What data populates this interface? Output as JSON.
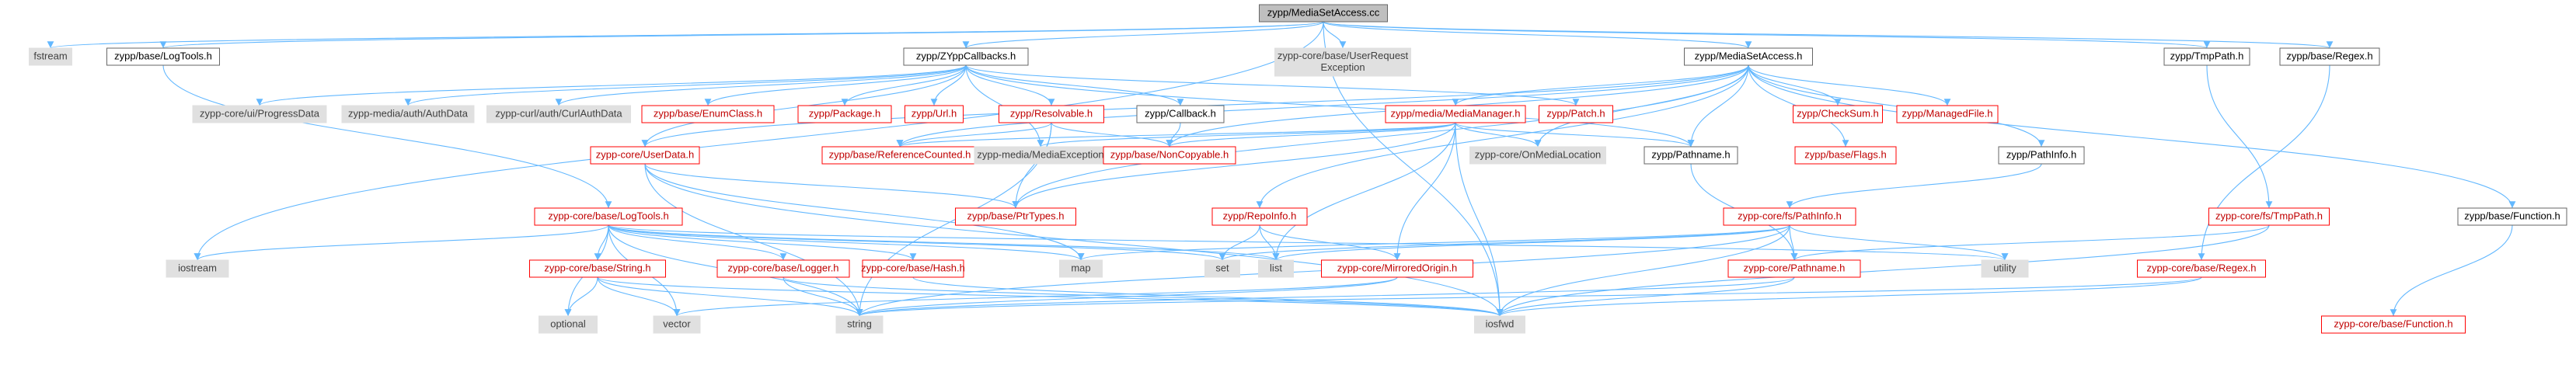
{
  "colors": {
    "edge": "#63b8ff",
    "border": "#666666",
    "root_fill": "#bfbfbf",
    "gray_fill": "#e0e0e0",
    "gray_text": "#404040",
    "red_border": "#ff0000",
    "red_text": "#c00000",
    "white_fill": "#ffffff",
    "black_text": "#000000"
  },
  "nodes": [
    {
      "id": "root",
      "kind": "root",
      "lines": [
        "zypp/MediaSetAccess.cc"
      ]
    },
    {
      "id": "fstream",
      "kind": "gray",
      "lines": [
        "fstream"
      ]
    },
    {
      "id": "logtools_base",
      "kind": "plain",
      "lines": [
        "zypp/base/LogTools.h"
      ]
    },
    {
      "id": "zypp_callbacks",
      "kind": "plain",
      "lines": [
        "zypp/ZYppCallbacks.h"
      ]
    },
    {
      "id": "userrequest",
      "kind": "gray",
      "lines": [
        "zypp-core/base/UserRequest",
        "Exception"
      ]
    },
    {
      "id": "mediasetaccess_h",
      "kind": "plain",
      "lines": [
        "zypp/MediaSetAccess.h"
      ]
    },
    {
      "id": "tmppath",
      "kind": "plain",
      "lines": [
        "zypp/TmpPath.h"
      ]
    },
    {
      "id": "regex_base",
      "kind": "plain",
      "lines": [
        "zypp/base/Regex.h"
      ]
    },
    {
      "id": "progressdata",
      "kind": "gray",
      "lines": [
        "zypp-core/ui/ProgressData"
      ]
    },
    {
      "id": "authdata",
      "kind": "gray",
      "lines": [
        "zypp-media/auth/AuthData"
      ]
    },
    {
      "id": "curlauthdata",
      "kind": "gray",
      "lines": [
        "zypp-curl/auth/CurlAuthData"
      ]
    },
    {
      "id": "enumclass",
      "kind": "red",
      "lines": [
        "zypp/base/EnumClass.h"
      ]
    },
    {
      "id": "package",
      "kind": "red",
      "lines": [
        "zypp/Package.h"
      ]
    },
    {
      "id": "url",
      "kind": "red",
      "lines": [
        "zypp/Url.h"
      ]
    },
    {
      "id": "resolvable",
      "kind": "red",
      "lines": [
        "zypp/Resolvable.h"
      ]
    },
    {
      "id": "callback",
      "kind": "plain",
      "lines": [
        "zypp/Callback.h"
      ]
    },
    {
      "id": "mediamanager",
      "kind": "red",
      "lines": [
        "zypp/media/MediaManager.h"
      ]
    },
    {
      "id": "patch",
      "kind": "red",
      "lines": [
        "zypp/Patch.h"
      ]
    },
    {
      "id": "checksum",
      "kind": "red",
      "lines": [
        "zypp/CheckSum.h"
      ]
    },
    {
      "id": "managedfile",
      "kind": "red",
      "lines": [
        "zypp/ManagedFile.h"
      ]
    },
    {
      "id": "userdata",
      "kind": "red",
      "lines": [
        "zypp-core/UserData.h"
      ]
    },
    {
      "id": "refcounted",
      "kind": "red",
      "lines": [
        "zypp/base/ReferenceCounted.h"
      ]
    },
    {
      "id": "mediaexception",
      "kind": "gray",
      "lines": [
        "zypp-media/MediaException"
      ]
    },
    {
      "id": "noncopyable",
      "kind": "red",
      "lines": [
        "zypp/base/NonCopyable.h"
      ]
    },
    {
      "id": "onmedialocation",
      "kind": "gray",
      "lines": [
        "zypp-core/OnMediaLocation"
      ]
    },
    {
      "id": "pathname_zypp",
      "kind": "plain",
      "lines": [
        "zypp/Pathname.h"
      ]
    },
    {
      "id": "flags",
      "kind": "red",
      "lines": [
        "zypp/base/Flags.h"
      ]
    },
    {
      "id": "pathinfo_zypp",
      "kind": "plain",
      "lines": [
        "zypp/PathInfo.h"
      ]
    },
    {
      "id": "logtools_core",
      "kind": "red",
      "lines": [
        "zypp-core/base/LogTools.h"
      ]
    },
    {
      "id": "ptrtypes",
      "kind": "red",
      "lines": [
        "zypp/base/PtrTypes.h"
      ]
    },
    {
      "id": "repoinfo",
      "kind": "red",
      "lines": [
        "zypp/RepoInfo.h"
      ]
    },
    {
      "id": "fs_pathinfo",
      "kind": "red",
      "lines": [
        "zypp-core/fs/PathInfo.h"
      ]
    },
    {
      "id": "fs_tmppath",
      "kind": "red",
      "lines": [
        "zypp-core/fs/TmpPath.h"
      ]
    },
    {
      "id": "function_base",
      "kind": "plain",
      "lines": [
        "zypp/base/Function.h"
      ]
    },
    {
      "id": "iostream",
      "kind": "gray",
      "lines": [
        "iostream"
      ]
    },
    {
      "id": "string_core",
      "kind": "red",
      "lines": [
        "zypp-core/base/String.h"
      ]
    },
    {
      "id": "logger",
      "kind": "red",
      "lines": [
        "zypp-core/base/Logger.h"
      ]
    },
    {
      "id": "hash",
      "kind": "red",
      "lines": [
        "zypp-core/base/Hash.h"
      ]
    },
    {
      "id": "map",
      "kind": "gray",
      "lines": [
        "map"
      ]
    },
    {
      "id": "set",
      "kind": "gray",
      "lines": [
        "set"
      ]
    },
    {
      "id": "list",
      "kind": "gray",
      "lines": [
        "list"
      ]
    },
    {
      "id": "mirroredorigin",
      "kind": "red",
      "lines": [
        "zypp-core/MirroredOrigin.h"
      ]
    },
    {
      "id": "pathname_core",
      "kind": "red",
      "lines": [
        "zypp-core/Pathname.h"
      ]
    },
    {
      "id": "utility",
      "kind": "gray",
      "lines": [
        "utility"
      ]
    },
    {
      "id": "regex_core",
      "kind": "red",
      "lines": [
        "zypp-core/base/Regex.h"
      ]
    },
    {
      "id": "optional",
      "kind": "gray",
      "lines": [
        "optional"
      ]
    },
    {
      "id": "vector",
      "kind": "gray",
      "lines": [
        "vector"
      ]
    },
    {
      "id": "string",
      "kind": "gray",
      "lines": [
        "string"
      ]
    },
    {
      "id": "iosfwd",
      "kind": "gray",
      "lines": [
        "iosfwd"
      ]
    },
    {
      "id": "function_core",
      "kind": "red",
      "lines": [
        "zypp-core/base/Function.h"
      ]
    }
  ],
  "edges": [
    [
      "root",
      "fstream"
    ],
    [
      "root",
      "logtools_base"
    ],
    [
      "root",
      "zypp_callbacks"
    ],
    [
      "root",
      "userrequest"
    ],
    [
      "root",
      "mediasetaccess_h"
    ],
    [
      "root",
      "tmppath"
    ],
    [
      "root",
      "regex_base"
    ],
    [
      "root",
      "iostream"
    ],
    [
      "root",
      "iosfwd"
    ],
    [
      "logtools_base",
      "logtools_core"
    ],
    [
      "zypp_callbacks",
      "progressdata"
    ],
    [
      "zypp_callbacks",
      "authdata"
    ],
    [
      "zypp_callbacks",
      "curlauthdata"
    ],
    [
      "zypp_callbacks",
      "enumclass"
    ],
    [
      "zypp_callbacks",
      "package"
    ],
    [
      "zypp_callbacks",
      "url"
    ],
    [
      "zypp_callbacks",
      "resolvable"
    ],
    [
      "zypp_callbacks",
      "callback"
    ],
    [
      "zypp_callbacks",
      "userdata"
    ],
    [
      "zypp_callbacks",
      "patch"
    ],
    [
      "zypp_callbacks",
      "pathname_zypp"
    ],
    [
      "zypp_callbacks",
      "mediaexception"
    ],
    [
      "mediasetaccess_h",
      "mediamanager"
    ],
    [
      "mediasetaccess_h",
      "checksum"
    ],
    [
      "mediasetaccess_h",
      "managedfile"
    ],
    [
      "mediasetaccess_h",
      "pathinfo_zypp"
    ],
    [
      "mediasetaccess_h",
      "pathname_zypp"
    ],
    [
      "mediasetaccess_h",
      "flags"
    ],
    [
      "mediasetaccess_h",
      "noncopyable"
    ],
    [
      "mediasetaccess_h",
      "refcounted"
    ],
    [
      "mediasetaccess_h",
      "ptrtypes"
    ],
    [
      "mediasetaccess_h",
      "function_base"
    ],
    [
      "mediasetaccess_h",
      "userdata"
    ],
    [
      "mediasetaccess_h",
      "repoinfo"
    ],
    [
      "mediasetaccess_h",
      "onmedialocation"
    ],
    [
      "tmppath",
      "fs_tmppath"
    ],
    [
      "regex_base",
      "regex_core"
    ],
    [
      "resolvable",
      "refcounted"
    ],
    [
      "resolvable",
      "noncopyable"
    ],
    [
      "resolvable",
      "ptrtypes"
    ],
    [
      "resolvable",
      "string"
    ],
    [
      "callback",
      "noncopyable"
    ],
    [
      "mediamanager",
      "refcounted"
    ],
    [
      "mediamanager",
      "mediaexception"
    ],
    [
      "mediamanager",
      "noncopyable"
    ],
    [
      "mediamanager",
      "onmedialocation"
    ],
    [
      "mediamanager",
      "pathname_zypp"
    ],
    [
      "mediamanager",
      "ptrtypes"
    ],
    [
      "mediamanager",
      "mirroredorigin"
    ],
    [
      "mediamanager",
      "list"
    ],
    [
      "mediamanager",
      "iosfwd"
    ],
    [
      "userdata",
      "ptrtypes"
    ],
    [
      "userdata",
      "string"
    ],
    [
      "userdata",
      "map"
    ],
    [
      "userdata",
      "iosfwd"
    ],
    [
      "pathname_zypp",
      "pathname_core"
    ],
    [
      "pathinfo_zypp",
      "fs_pathinfo"
    ],
    [
      "fs_pathinfo",
      "pathname_core"
    ],
    [
      "fs_pathinfo",
      "set"
    ],
    [
      "fs_pathinfo",
      "map"
    ],
    [
      "fs_pathinfo",
      "iosfwd"
    ],
    [
      "fs_pathinfo",
      "list"
    ],
    [
      "fs_pathinfo",
      "utility"
    ],
    [
      "fs_pathinfo",
      "string"
    ],
    [
      "fs_tmppath",
      "pathname_core"
    ],
    [
      "fs_tmppath",
      "iosfwd"
    ],
    [
      "function_base",
      "function_core"
    ],
    [
      "logtools_core",
      "iostream"
    ],
    [
      "logtools_core",
      "string_core"
    ],
    [
      "logtools_core",
      "logger"
    ],
    [
      "logtools_core",
      "hash"
    ],
    [
      "logtools_core",
      "map"
    ],
    [
      "logtools_core",
      "set"
    ],
    [
      "logtools_core",
      "list"
    ],
    [
      "logtools_core",
      "optional"
    ],
    [
      "logtools_core",
      "vector"
    ],
    [
      "logtools_core",
      "string"
    ],
    [
      "logtools_core",
      "utility"
    ],
    [
      "repoinfo",
      "set"
    ],
    [
      "repoinfo",
      "list"
    ],
    [
      "repoinfo",
      "mirroredorigin"
    ],
    [
      "string_core",
      "optional"
    ],
    [
      "string_core",
      "vector"
    ],
    [
      "string_core",
      "string"
    ],
    [
      "string_core",
      "iosfwd"
    ],
    [
      "logger",
      "string"
    ],
    [
      "logger",
      "iosfwd"
    ],
    [
      "hash",
      "iosfwd"
    ],
    [
      "mirroredorigin",
      "vector"
    ],
    [
      "mirroredorigin",
      "string"
    ],
    [
      "pathname_core",
      "string"
    ],
    [
      "pathname_core",
      "iosfwd"
    ],
    [
      "regex_core",
      "string"
    ],
    [
      "regex_core",
      "iosfwd"
    ]
  ]
}
